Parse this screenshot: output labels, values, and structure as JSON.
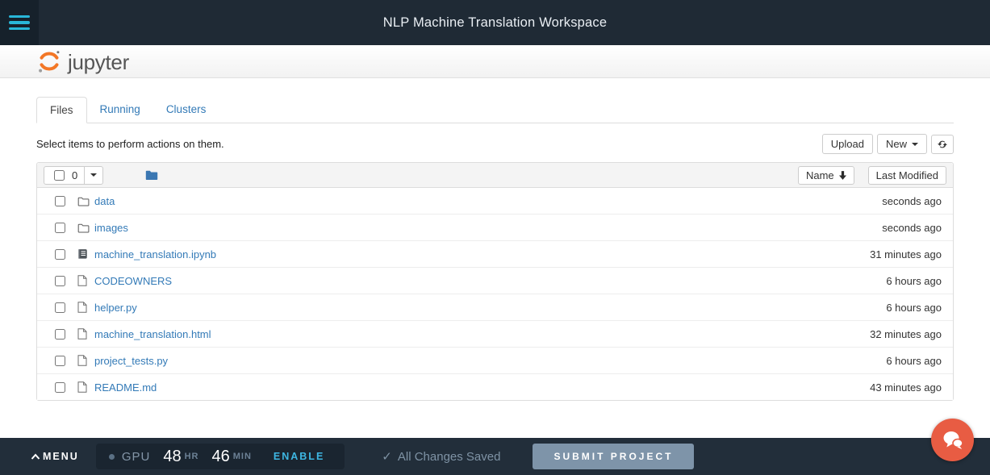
{
  "topbar": {
    "title": "NLP Machine Translation Workspace"
  },
  "brand": {
    "logo_text": "jupyter"
  },
  "tabs": [
    {
      "label": "Files",
      "active": true
    },
    {
      "label": "Running",
      "active": false
    },
    {
      "label": "Clusters",
      "active": false
    }
  ],
  "action_bar": {
    "hint": "Select items to perform actions on them.",
    "upload_label": "Upload",
    "new_label": "New"
  },
  "list_header": {
    "selected_count": "0",
    "name_sort_label": "Name",
    "last_modified_label": "Last Modified"
  },
  "files": [
    {
      "name": "data",
      "type": "folder",
      "modified": "seconds ago"
    },
    {
      "name": "images",
      "type": "folder",
      "modified": "seconds ago"
    },
    {
      "name": "machine_translation.ipynb",
      "type": "notebook",
      "modified": "31 minutes ago"
    },
    {
      "name": "CODEOWNERS",
      "type": "file",
      "modified": "6 hours ago"
    },
    {
      "name": "helper.py",
      "type": "file",
      "modified": "6 hours ago"
    },
    {
      "name": "machine_translation.html",
      "type": "file",
      "modified": "32 minutes ago"
    },
    {
      "name": "project_tests.py",
      "type": "file",
      "modified": "6 hours ago"
    },
    {
      "name": "README.md",
      "type": "file",
      "modified": "43 minutes ago"
    }
  ],
  "footer": {
    "menu_label": "MENU",
    "gpu_label": "GPU",
    "hours_value": "48",
    "hours_unit": "HR",
    "minutes_value": "46",
    "minutes_unit": "MIN",
    "enable_label": "ENABLE",
    "saved_status": "All Changes Saved",
    "submit_label": "SUBMIT PROJECT"
  },
  "colors": {
    "topbar_bg": "#1f2a35",
    "footer_bg": "#222e3a",
    "accent_cyan": "#29b7d9",
    "brand_orange": "#f37726",
    "link_blue": "#337ab7",
    "enable_text": "#3eb7e3",
    "submit_button_bg": "#7e94a9",
    "chat_fab_bg": "#e85c43"
  }
}
